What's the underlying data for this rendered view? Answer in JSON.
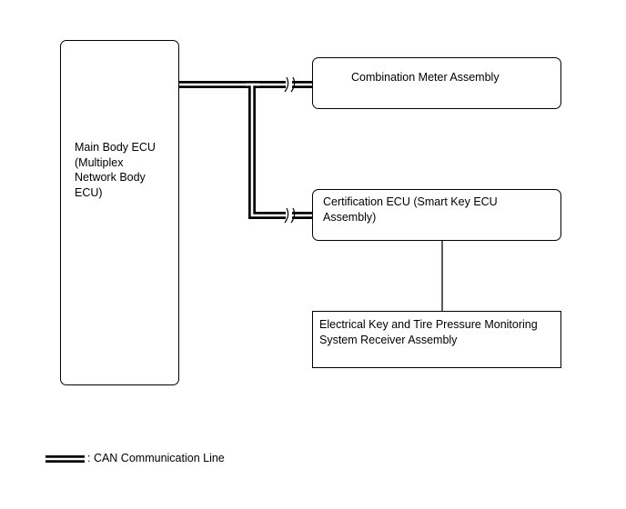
{
  "main_ecu": {
    "label": "Main Body ECU\n(Multiplex\nNetwork Body\nECU)"
  },
  "combination_meter": {
    "label": "Combination Meter Assembly"
  },
  "certification_ecu": {
    "label": "Certification ECU (Smart Key ECU\nAssembly)"
  },
  "receiver": {
    "label": "Electrical Key and Tire Pressure Monitoring\nSystem Receiver Assembly"
  },
  "legend": {
    "label": ": CAN Communication Line",
    "line_style": "triple-line"
  },
  "colors": {
    "line": "#000000",
    "background": "#ffffff"
  }
}
